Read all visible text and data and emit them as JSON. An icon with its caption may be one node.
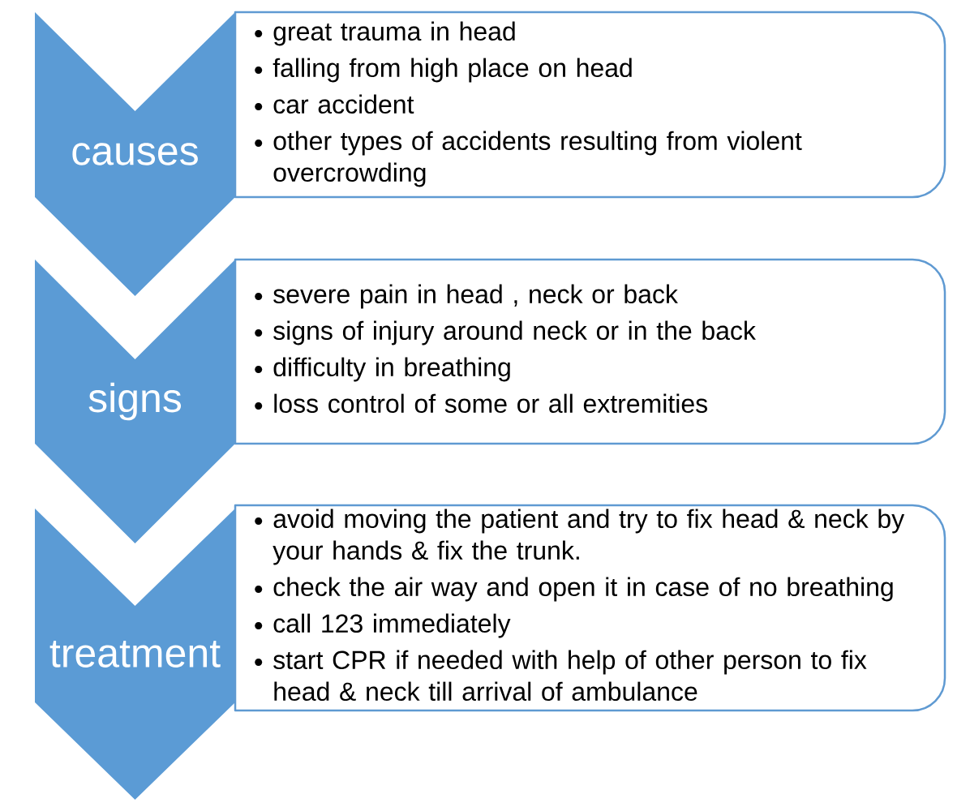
{
  "diagram": {
    "nodes": [
      {
        "text": [
          "causes"
        ]
      },
      {
        "text": [
          "great trauma in head",
          "falling from high place on head",
          "car accident",
          "other types of accidents resulting from violent overcrowding"
        ]
      },
      {
        "text": [
          "signs"
        ]
      },
      {
        "text": [
          "severe pain in head , neck or back",
          "signs of injury around neck or in the back",
          "difficulty in breathing",
          "loss control of some or all extremities"
        ]
      },
      {
        "text": [
          "treatment"
        ]
      },
      {
        "text": [
          "avoid moving the patient and try to fix head & neck by your hands & fix the trunk.",
          "check the air way and open it in case of no breathing",
          "call 123 immediately",
          "start CPR if needed with help of other person to fix head & neck till arrival of ambulance"
        ]
      }
    ]
  }
}
